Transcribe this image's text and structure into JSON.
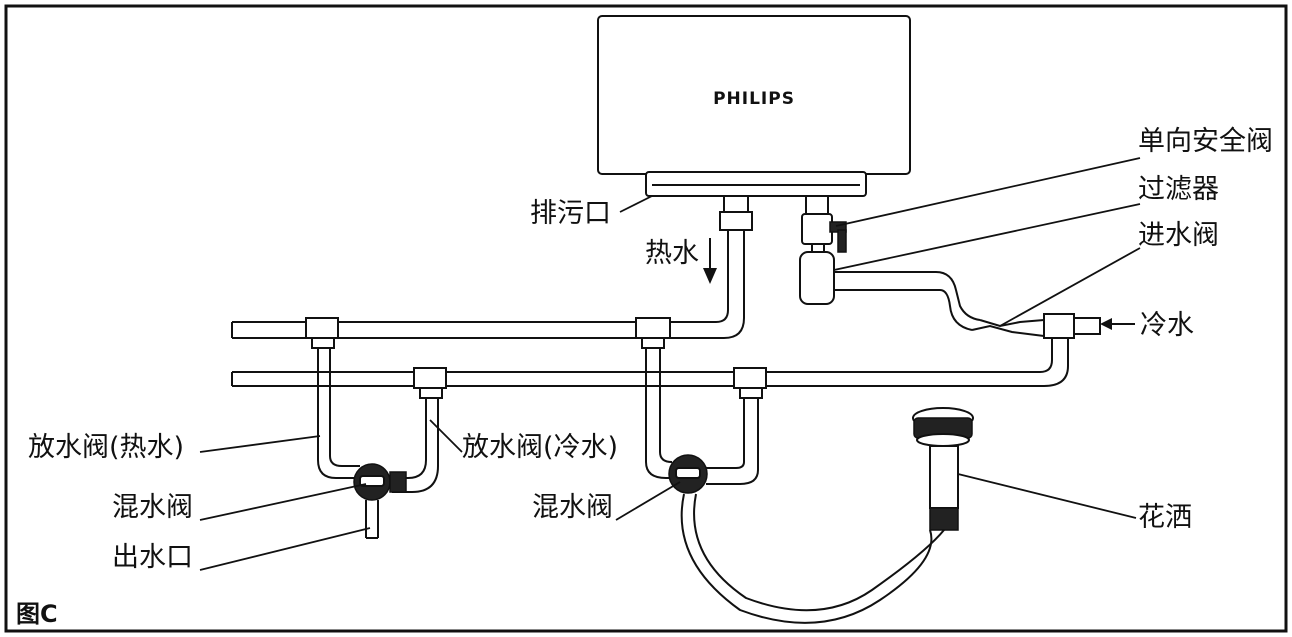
{
  "figure_label": "图C",
  "heater": {
    "brand": "PHILIPS"
  },
  "labels": {
    "drain_outlet": "排污口",
    "hot_water": "热水",
    "check_valve": "单向安全阀",
    "filter": "过滤器",
    "inlet_valve": "进水阀",
    "cold_water": "冷水",
    "drain_valve_hot": "放水阀(热水)",
    "drain_valve_cold": "放水阀(冷水)",
    "mixing_valve_left": "混水阀",
    "outlet": "出水口",
    "mixing_valve_right": "混水阀",
    "shower": "花洒"
  }
}
